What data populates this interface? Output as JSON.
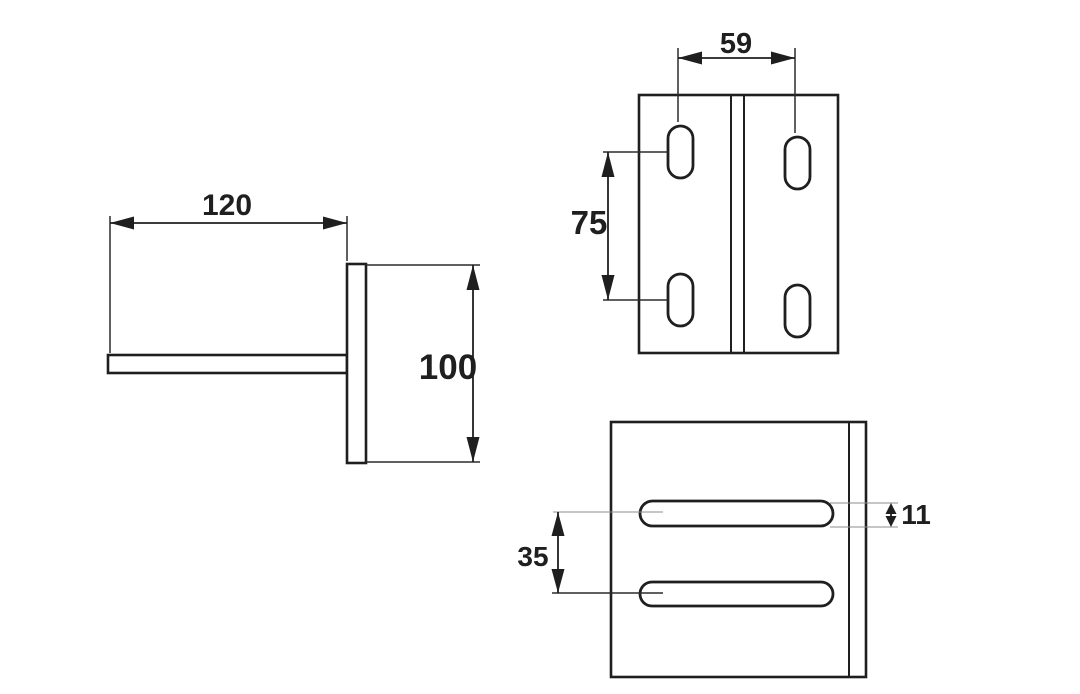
{
  "colors": {
    "paper": "#ffffff",
    "ink": "#1f1f1f",
    "thin_line": "#8c8c8c"
  },
  "views": {
    "side": {
      "width_label": "120",
      "height_label": "100"
    },
    "front": {
      "slot_column_pitch_label": "59",
      "slot_row_pitch_label": "75"
    },
    "top": {
      "slot_row_pitch_label": "35",
      "slot_width_label": "11"
    }
  }
}
